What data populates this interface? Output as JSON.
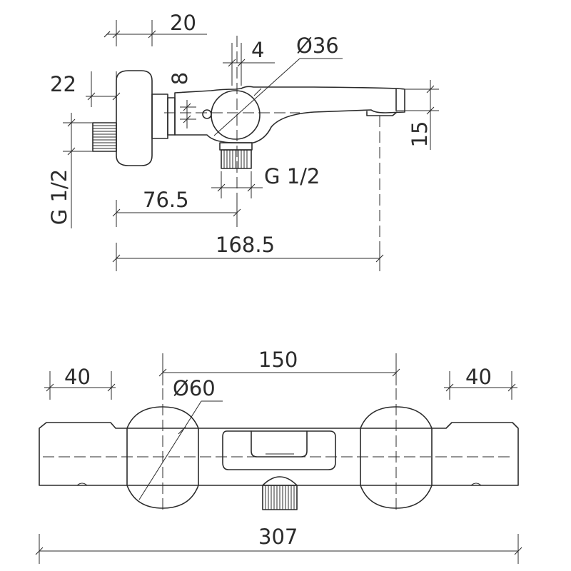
{
  "side_view": {
    "dim_width_top": "20",
    "dim_width_small": "4",
    "dim_diameter_handle": "Ø36",
    "dim_height_left": "22",
    "dim_height_small": "8",
    "dim_spout_height": "15",
    "dim_thread_left": "G 1/2",
    "dim_thread_bottom": "G 1/2",
    "dim_axis_distance": "76.5",
    "dim_total_depth": "168.5"
  },
  "front_view": {
    "dim_left_end": "40",
    "dim_handle_spacing": "150",
    "dim_right_end": "40",
    "dim_diameter_knob": "Ø60",
    "dim_total_length": "307"
  }
}
